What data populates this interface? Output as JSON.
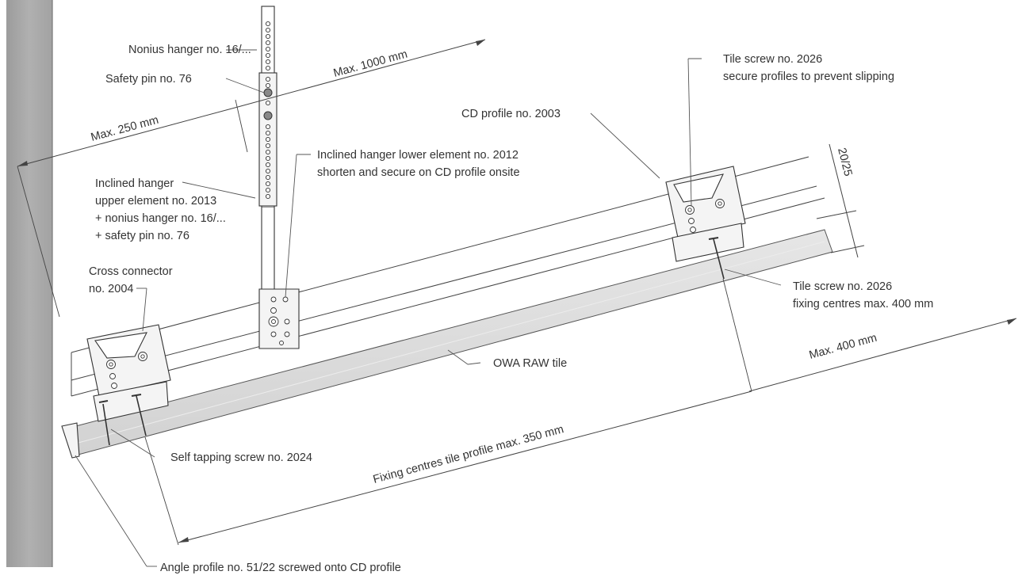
{
  "labels": {
    "nonius_hanger": "Nonius hanger no. 16/...",
    "safety_pin": "Safety pin no. 76",
    "max_1000": "Max. 1000 mm",
    "max_250": "Max. 250 mm",
    "inclined_upper_1": "Inclined hanger",
    "inclined_upper_2": "upper element no. 2013",
    "inclined_upper_3": "+ nonius hanger no. 16/...",
    "inclined_upper_4": "+ safety pin no. 76",
    "inclined_lower_1": "Inclined hanger lower element no. 2012",
    "inclined_lower_2": "shorten and secure on CD profile onsite",
    "cd_profile": "CD profile no. 2003",
    "tile_screw_top_1": "Tile screw no. 2026",
    "tile_screw_top_2": "secure profiles to prevent slipping",
    "dim_20_25": "20/25",
    "cross_connector_1": "Cross connector",
    "cross_connector_2": "no. 2004",
    "tile_screw_right_1": "Tile screw no. 2026",
    "tile_screw_right_2": "fixing centres max. 400 mm",
    "owa_tile": "OWA RAW tile",
    "max_400": "Max. 400 mm",
    "self_tapping": "Self tapping screw no. 2024",
    "fixing_centres": "Fixing centres tile profile max. 350 mm",
    "angle_profile": "Angle profile no. 51/22 screwed onto CD profile"
  }
}
